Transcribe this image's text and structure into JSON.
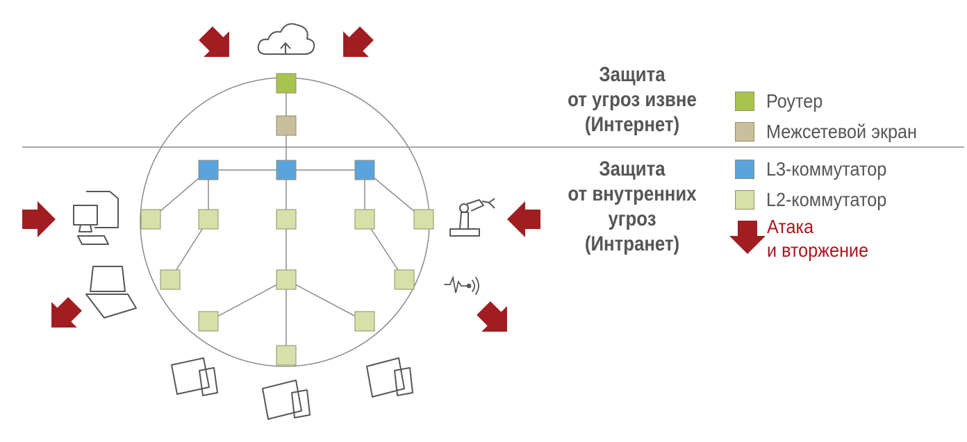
{
  "zones": {
    "external": {
      "line1": "Защита",
      "line2": "от угроз извне",
      "line3": "(Интернет)"
    },
    "internal": {
      "line1": "Защита",
      "line2": "от внутренних",
      "line3": "угроз",
      "line4": "(Интранет)"
    }
  },
  "legend": {
    "router": {
      "label": "Роутер",
      "color": "#a8c44e"
    },
    "firewall": {
      "label": "Межсетевой экран",
      "color": "#c9bf9d"
    },
    "l3_switch": {
      "label": "L3-коммутатор",
      "color": "#5ba3dc"
    },
    "l2_switch": {
      "label": "L2-коммутатор",
      "color": "#d6e0a8"
    },
    "attack": {
      "line1": "Атака",
      "line2": "и вторжение",
      "color": "#a01d22"
    }
  },
  "icons": [
    "cloud-upload-icon",
    "desktop-computer-icon",
    "laptop-icon",
    "tablet-phone-icon",
    "robot-arm-icon",
    "sensor-signal-icon",
    "attack-arrow-icon"
  ]
}
